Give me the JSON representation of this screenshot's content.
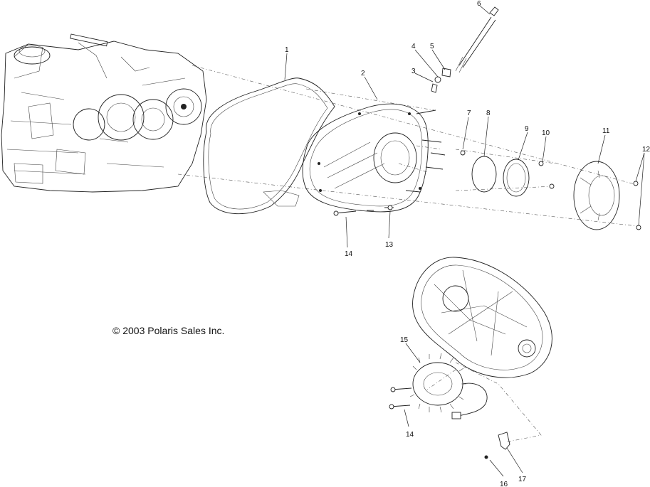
{
  "diagram": {
    "copyright": "© 2003 Polaris Sales Inc.",
    "callouts": [
      "1",
      "2",
      "3",
      "4",
      "5",
      "6",
      "7",
      "8",
      "9",
      "10",
      "11",
      "12",
      "13",
      "14",
      "14",
      "15",
      "16",
      "17"
    ]
  },
  "icons": {
    "engine": "engine-block-icon",
    "gasket": "gasket-icon",
    "cover": "clutch-cover-icon",
    "stator": "stator-icon"
  }
}
